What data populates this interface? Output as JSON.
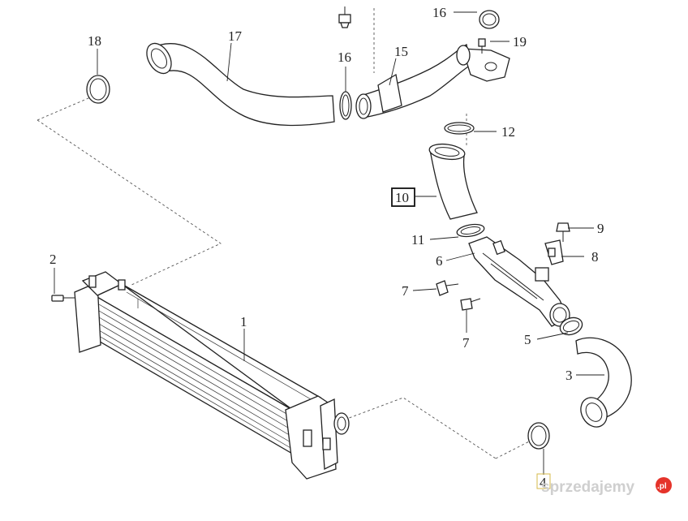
{
  "diagram": {
    "callouts": [
      {
        "id": "1",
        "label": "1"
      },
      {
        "id": "2",
        "label": "2"
      },
      {
        "id": "3",
        "label": "3"
      },
      {
        "id": "4",
        "label": "4"
      },
      {
        "id": "5",
        "label": "5"
      },
      {
        "id": "6",
        "label": "6"
      },
      {
        "id": "7a",
        "label": "7"
      },
      {
        "id": "7b",
        "label": "7"
      },
      {
        "id": "8",
        "label": "8"
      },
      {
        "id": "9",
        "label": "9"
      },
      {
        "id": "10",
        "label": "10"
      },
      {
        "id": "11",
        "label": "11"
      },
      {
        "id": "12",
        "label": "12"
      },
      {
        "id": "15",
        "label": "15"
      },
      {
        "id": "16a",
        "label": "16"
      },
      {
        "id": "16b",
        "label": "16"
      },
      {
        "id": "17",
        "label": "17"
      },
      {
        "id": "18",
        "label": "18"
      },
      {
        "id": "19",
        "label": "19"
      }
    ],
    "highlighted_callout": "10",
    "line_color": "#222222"
  },
  "watermark": {
    "text": "sprzedajemy",
    "badge": ".pl",
    "badge_color": "#e5332a"
  }
}
